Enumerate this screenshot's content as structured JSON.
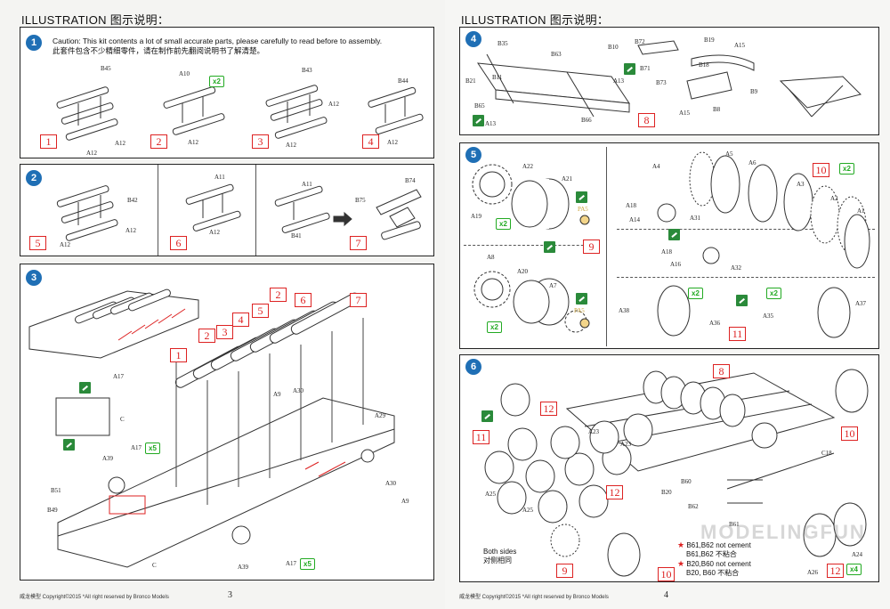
{
  "left_page": {
    "header": "ILLUSTRATION 图示说明：",
    "page_number": "3",
    "footer": "威龙模型  Copyright©2015  *All right reserved by Bronco Models",
    "step1": {
      "number": "1",
      "caution_en": "Caution:  This kit contents a lot of small accurate parts, please carefully to read before to assembly.",
      "caution_cn": "此套件包含不少精细零件，请在制作前先翻阅说明书了解清楚。",
      "subs": [
        {
          "num": "1",
          "labels": [
            "B45",
            "A12",
            "A12"
          ]
        },
        {
          "num": "2",
          "labels": [
            "A10",
            "A12"
          ],
          "qty": "x2"
        },
        {
          "num": "3",
          "labels": [
            "B43",
            "A12",
            "A12"
          ]
        },
        {
          "num": "4",
          "labels": [
            "B44",
            "A12"
          ]
        }
      ]
    },
    "step2": {
      "number": "2",
      "subs": [
        {
          "num": "5",
          "labels": [
            "B42",
            "A12",
            "A12"
          ]
        },
        {
          "num": "6",
          "labels": [
            "A11",
            "A12"
          ]
        },
        {
          "num": "7",
          "labels": [
            "A11",
            "B41",
            "B74",
            "B75"
          ]
        }
      ]
    },
    "step3": {
      "number": "3",
      "callouts": [
        "1",
        "2",
        "3",
        "4",
        "5",
        "6",
        "7",
        "2"
      ],
      "labels": [
        "A17",
        "C",
        "A17",
        "B51",
        "B49",
        "A39",
        "C",
        "A39",
        "A17",
        "A9",
        "A30",
        "A29",
        "A30",
        "A9"
      ],
      "qty_a": "x5",
      "qty_b": "x5"
    }
  },
  "right_page": {
    "header": "ILLUSTRATION 图示说明：",
    "page_number": "4",
    "footer": "威龙模型  Copyright©2015  *All right reserved by Bronco Models",
    "step4": {
      "number": "4",
      "labels": [
        "B35",
        "B10",
        "B72",
        "B19",
        "A15",
        "B21",
        "B63",
        "B18",
        "B11",
        "A13",
        "B71",
        "B73",
        "B9",
        "B65",
        "A13",
        "B66",
        "A15",
        "B8"
      ],
      "callout": "8"
    },
    "step5": {
      "number": "5",
      "top_labels": [
        "A22",
        "A21",
        "A19",
        "PA5"
      ],
      "bottom_labels": [
        "A8",
        "A20",
        "A7",
        "PA5"
      ],
      "wheel_labels": [
        "A4",
        "A5",
        "A6",
        "A3",
        "A2",
        "A1",
        "A18",
        "A14",
        "A31",
        "A18",
        "A16",
        "A32",
        "A38",
        "A36",
        "A35",
        "A37"
      ],
      "qty": [
        "x2",
        "x2",
        "x2",
        "x2",
        "x2"
      ],
      "callouts": [
        "9",
        "10",
        "11"
      ]
    },
    "step6": {
      "number": "6",
      "labels": [
        "A23",
        "A23",
        "A25",
        "A25",
        "B20",
        "B60",
        "B61",
        "B62",
        "C18",
        "A24",
        "A26"
      ],
      "callouts": [
        "8",
        "12",
        "11",
        "12",
        "10",
        "9",
        "10",
        "12"
      ],
      "qty": "x4",
      "both_sides_en": "Both sides",
      "both_sides_cn": "对侧相同",
      "note1_en": "B61,B62 not cement",
      "note1_cn": "B61,B62 不粘合",
      "note2_en": "B20,B60 not cement",
      "note2_cn": "B20, B60 不粘合",
      "watermark": "MODELINGFUN"
    }
  }
}
